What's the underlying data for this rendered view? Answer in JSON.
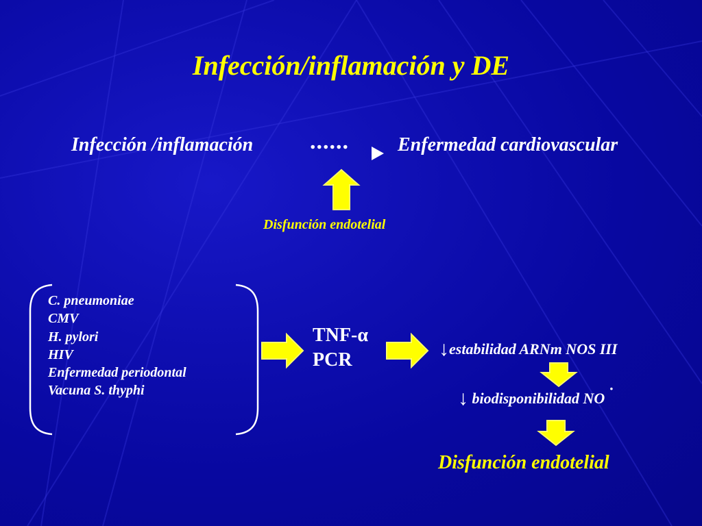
{
  "title": "Infección/inflamación y DE",
  "top_chain": {
    "left_term": "Infección /inflamación",
    "dots": "......",
    "right_term": "Enfermedad cardiovascular",
    "mediator_label": "Disfunción endotelial"
  },
  "agents": [
    "C.  pneumoniae",
    "CMV",
    "H. pylori",
    "HIV",
    "Enfermedad periodontal",
    "Vacuna S. thyphi"
  ],
  "mediators": [
    "TNF-α",
    "PCR"
  ],
  "steps": {
    "down_arrow_glyph": "↓",
    "step1_text": "estabilidad ARNm  NOS III",
    "step2_text": "biodisponibilidad NO",
    "step2_dot": "·"
  },
  "conclusion": "Disfunción endotelial",
  "colors": {
    "accent": "#ffff00",
    "text": "#ffffff",
    "background": "#0a0a9e"
  }
}
